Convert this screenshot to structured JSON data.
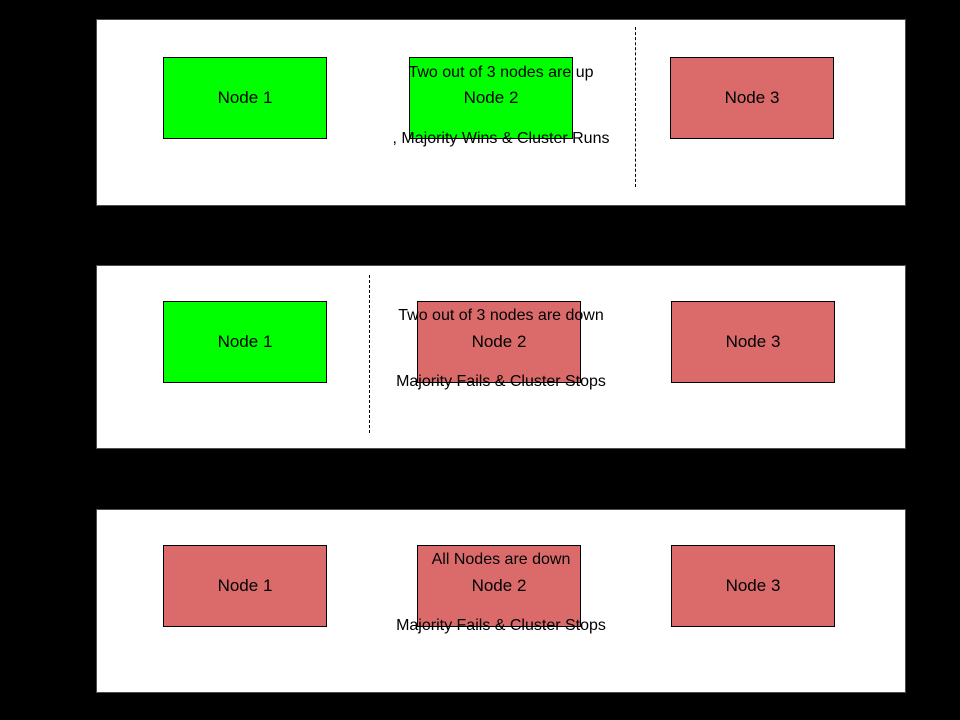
{
  "colors": {
    "background": "#000000",
    "panel_bg": "#ffffff",
    "panel_border": "#4d4d4d",
    "node_up": "#00ff00",
    "node_down": "#db6b6b",
    "node_border": "#000000",
    "text": "#000000"
  },
  "panels": [
    {
      "name": "scenario-two-nodes-up",
      "nodes": [
        {
          "label": "Node 1",
          "status": "up"
        },
        {
          "label": "Node 2",
          "status": "up"
        },
        {
          "label": "Node 3",
          "status": "down"
        }
      ],
      "divider": "between Node 2 and Node 3",
      "caption": {
        "line1": "Two out of 3 nodes are up",
        "line2": ", Majority Wins & Cluster Runs"
      }
    },
    {
      "name": "scenario-two-nodes-down",
      "nodes": [
        {
          "label": "Node 1",
          "status": "up"
        },
        {
          "label": "Node 2",
          "status": "down"
        },
        {
          "label": "Node 3",
          "status": "down"
        }
      ],
      "divider": "between Node 1 and Node 2",
      "caption": {
        "line1": "Two out of 3 nodes are down",
        "line2": "Majority Fails & Cluster Stops"
      }
    },
    {
      "name": "scenario-all-nodes-down",
      "nodes": [
        {
          "label": "Node 1",
          "status": "down"
        },
        {
          "label": "Node 2",
          "status": "down"
        },
        {
          "label": "Node 3",
          "status": "down"
        }
      ],
      "divider": null,
      "caption": {
        "line1": "All Nodes are down",
        "line2": "Majority Fails & Cluster Stops"
      }
    }
  ]
}
